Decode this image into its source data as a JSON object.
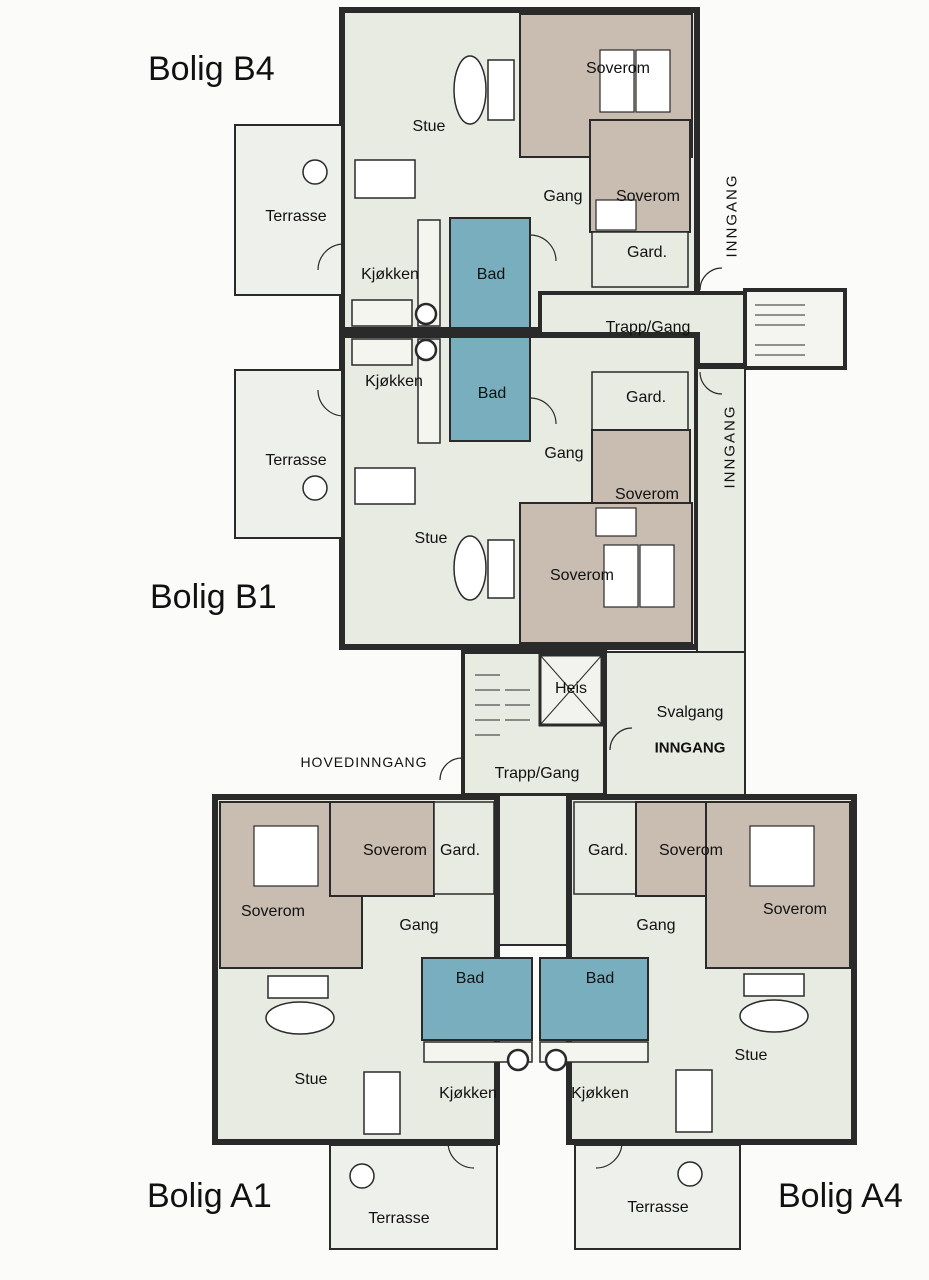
{
  "units": {
    "b4": "Bolig B4",
    "b1": "Bolig B1",
    "a1": "Bolig A1",
    "a4": "Bolig A4"
  },
  "rooms": {
    "soverom": "Soverom",
    "stue": "Stue",
    "gang": "Gang",
    "terrasse": "Terrasse",
    "kjokken": "Kjøkken",
    "bad": "Bad",
    "gard": "Gard.",
    "trapp_gang": "Trapp/Gang",
    "heis": "Heis",
    "svalgang": "Svalgang",
    "inngang": "INNGANG",
    "hovedinngang": "HOVEDINNGANG"
  },
  "colors": {
    "bedroom": "#c9bdb1",
    "bathroom": "#79aebf",
    "living": "#e7ebe1",
    "wall": "#2a2a2a",
    "terrace": "#eef0eb"
  }
}
